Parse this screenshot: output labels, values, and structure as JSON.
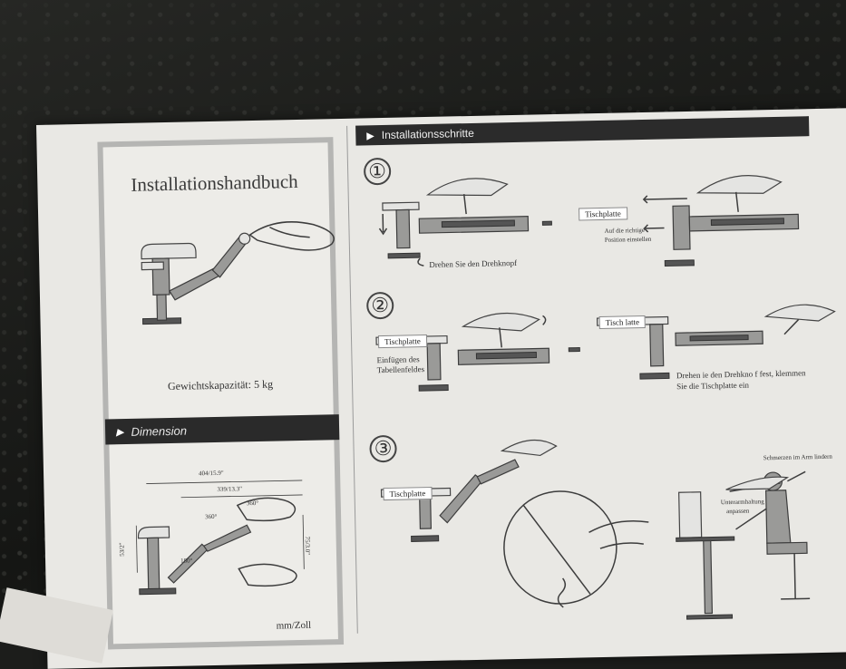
{
  "left": {
    "title": "Installationshandbuch",
    "capacity": "Gewichtskapazität: 5 kg",
    "dimension_header": "Dimension",
    "dim_total": "404/15.9\"",
    "dim_inner": "339/13.3\"",
    "rot1": "360°",
    "rot2": "360°",
    "rot3": "180°",
    "height_left": "53/2\"",
    "height_right": "75/3.0\"",
    "units": "mm/Zoll"
  },
  "right": {
    "header": "Installationsschritte",
    "step1": {
      "num": "①",
      "knob_caption": "Drehen Sie den Drehknopf",
      "table_label": "Tischplatte",
      "position_line1": "Auf die richtige",
      "position_line2": "Position einstellen"
    },
    "step2": {
      "num": "②",
      "table_label_left": "Tischplatte",
      "insert_line1": "Einfügen des",
      "insert_line2": "Tabellenfeldes",
      "table_label_right": "Tisch  latte",
      "clamp_line1": "Drehen    ie den Drehkno   f fest, klemmen",
      "clamp_line2": "Sie die Tischplatte ein"
    },
    "step3": {
      "num": "③",
      "table_label": "Tischplatte",
      "pain_caption": "Schmerzen im Arm lindern",
      "adjust_line1": "Unterarmhaltung",
      "adjust_line2": "anpassen"
    }
  }
}
